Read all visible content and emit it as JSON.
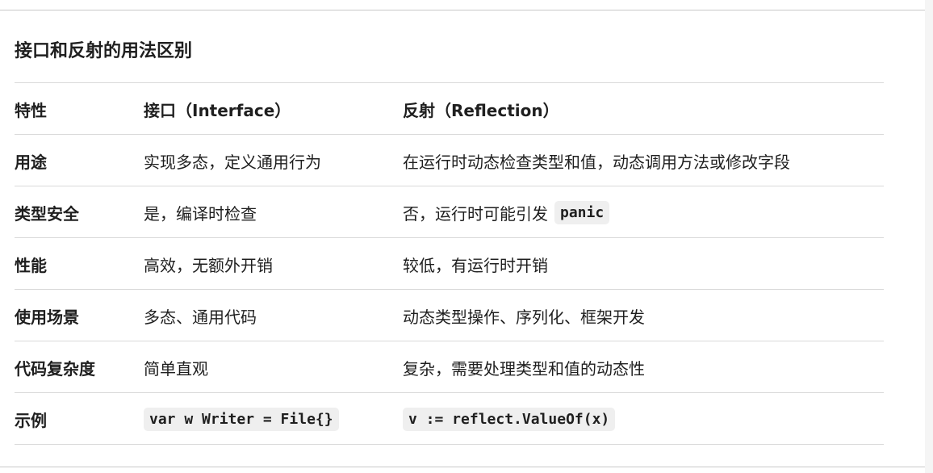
{
  "title": "接口和反射的用法区别",
  "table": {
    "headers": [
      "特性",
      "接口（Interface）",
      "反射（Reflection）"
    ],
    "rows": [
      {
        "feature": "用途",
        "interface": "实现多态，定义通用行为",
        "reflection": "在运行时动态检查类型和值，动态调用方法或修改字段"
      },
      {
        "feature": "类型安全",
        "interface": "是，编译时检查",
        "reflection": "否，运行时可能引发",
        "reflection_code": "panic"
      },
      {
        "feature": "性能",
        "interface": "高效，无额外开销",
        "reflection": "较低，有运行时开销"
      },
      {
        "feature": "使用场景",
        "interface": "多态、通用代码",
        "reflection": "动态类型操作、序列化、框架开发"
      },
      {
        "feature": "代码复杂度",
        "interface": "简单直观",
        "reflection": "复杂，需要处理类型和值的动态性"
      },
      {
        "feature": "示例",
        "interface_code": "var w Writer = File{}",
        "reflection_code": "v := reflect.ValueOf(x)"
      }
    ]
  }
}
